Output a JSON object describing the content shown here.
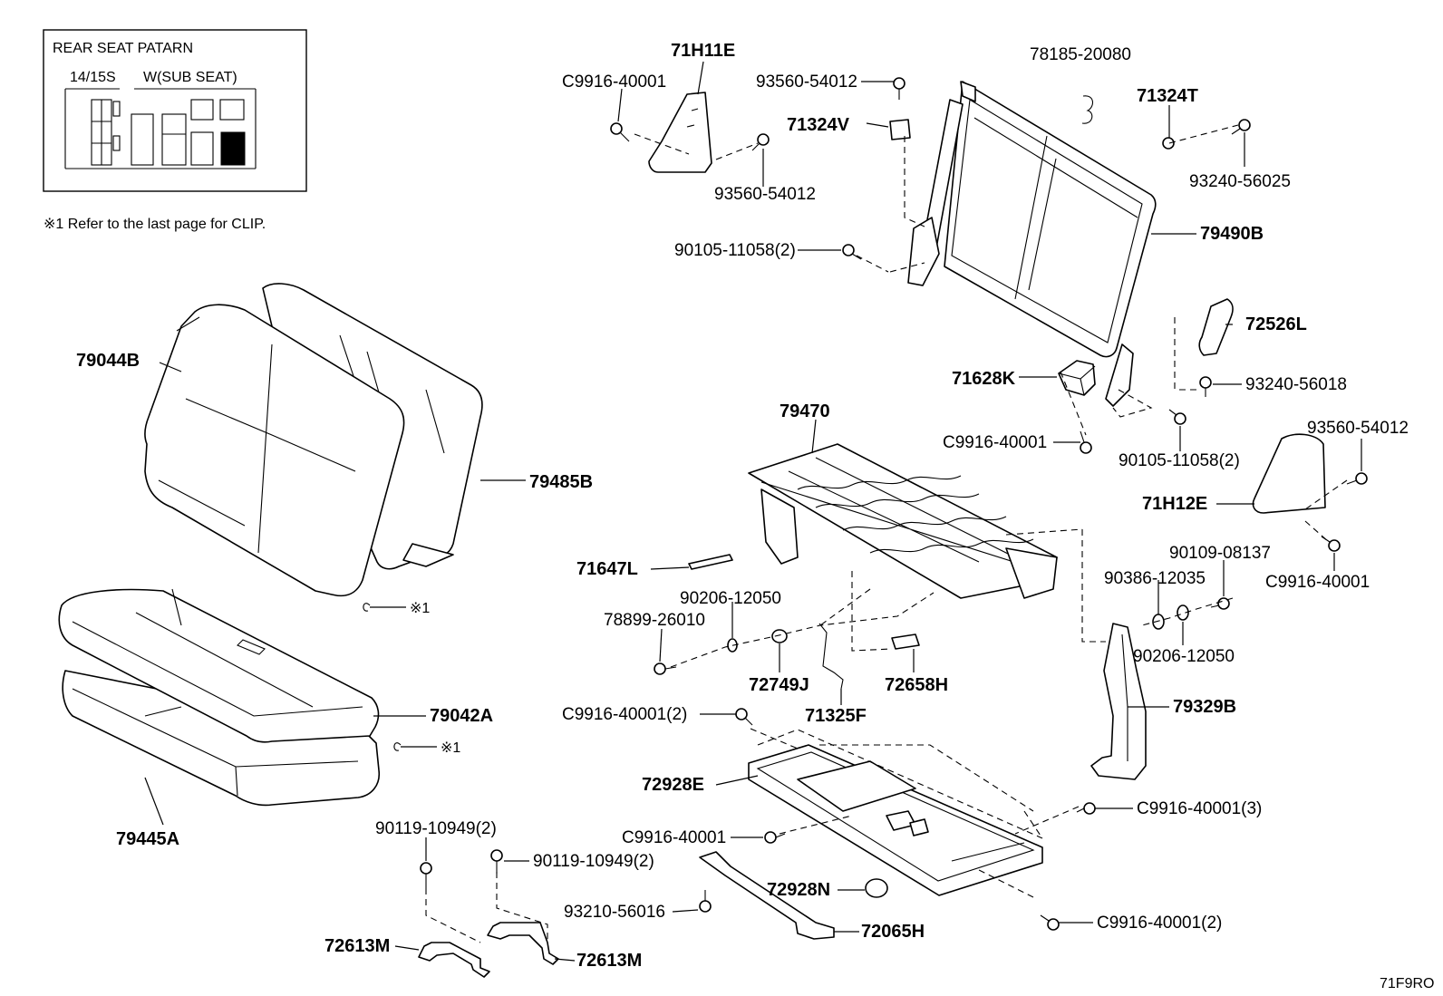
{
  "legend": {
    "title": "REAR SEAT PATARN",
    "col1": "14/15S",
    "col2": "W(SUB SEAT)"
  },
  "note": "※1 Refer to the last page for CLIP.",
  "code": "71F9RO",
  "clip_mark": "※1",
  "parts": {
    "p71H11E": "71H11E",
    "pC9916_40001_a": "C9916-40001",
    "p93560_54012_a": "93560-54012",
    "p93560_54012_b": "93560-54012",
    "p71324V": "71324V",
    "p78185_20080": "78185-20080",
    "p71324T": "71324T",
    "p93240_56025": "93240-56025",
    "p79490B": "79490B",
    "p90105_11058_a": "90105-11058(2)",
    "p72526L": "72526L",
    "p93240_56018": "93240-56018",
    "p71628K": "71628K",
    "pC9916_40001_b": "C9916-40001",
    "p90105_11058_b": "90105-11058(2)",
    "p79044B": "79044B",
    "p79485B": "79485B",
    "p79470": "79470",
    "p93560_54012_c": "93560-54012",
    "p71H12E": "71H12E",
    "pC9916_40001_c": "C9916-40001",
    "p90109_08137": "90109-08137",
    "p90386_12035": "90386-12035",
    "p90206_12050_a": "90206-12050",
    "p71647L": "71647L",
    "p90206_12050_b": "90206-12050",
    "p78899_26010": "78899-26010",
    "p72749J": "72749J",
    "p72658H": "72658H",
    "p71325F": "71325F",
    "pC9916_40001_2": "C9916-40001(2)",
    "p79329B": "79329B",
    "p79042A": "79042A",
    "p72928E": "72928E",
    "pC9916_40001_3": "C9916-40001(3)",
    "pC9916_40001_d": "C9916-40001",
    "p79445A": "79445A",
    "p90119_10949_a": "90119-10949(2)",
    "p90119_10949_b": "90119-10949(2)",
    "p72928N": "72928N",
    "p93210_56016": "93210-56016",
    "p72065H": "72065H",
    "pC9916_40001_2b": "C9916-40001(2)",
    "p72613M_a": "72613M",
    "p72613M_b": "72613M"
  }
}
